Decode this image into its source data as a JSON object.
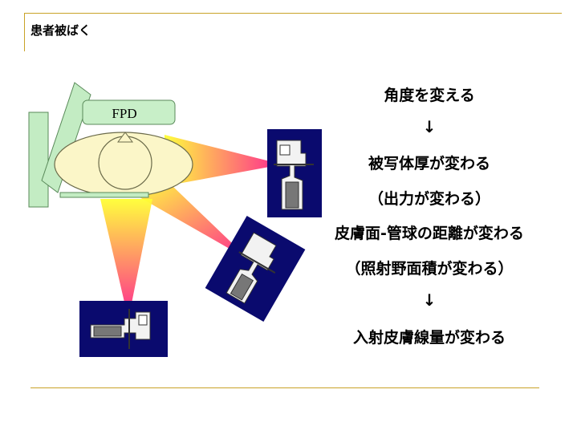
{
  "slide": {
    "title": "患者被ばく"
  },
  "diagram": {
    "detector_label": "FPD"
  },
  "flow": {
    "step1": "角度を変える",
    "arrow1": "↓",
    "step2": "被写体厚が変わる",
    "step2_sub": "（出力が変わる）",
    "step3": "皮膚面‐管球の距離が変わる",
    "step3_sub": "（照射野面積が変わる）",
    "arrow2": "↓",
    "step4": "入射皮膚線量が変わる"
  },
  "colors": {
    "accent_rule": "#c9a227",
    "beam_start": "#ff1493",
    "beam_end": "#ffff00",
    "tube_box": "#0a0a6e",
    "body": "#fbf5c4",
    "table": "#bfe8bf"
  }
}
